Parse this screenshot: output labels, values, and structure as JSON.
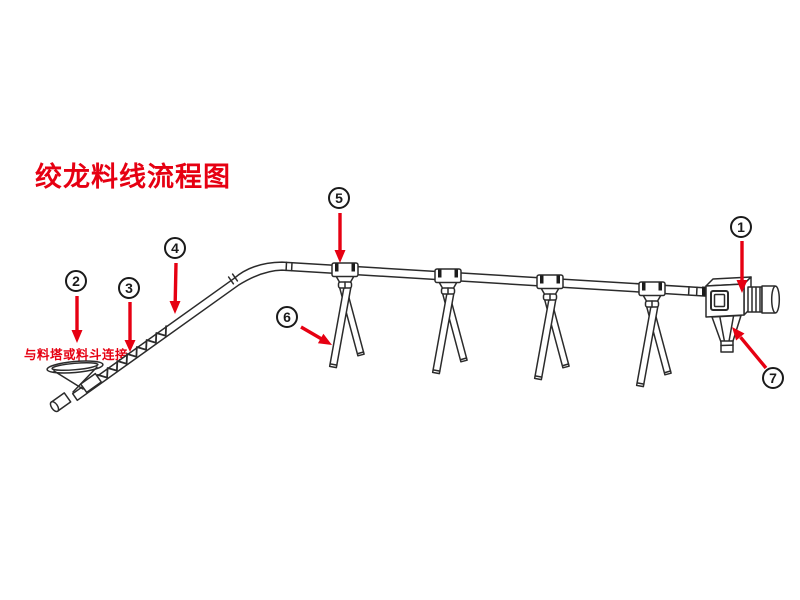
{
  "title": "绞龙料线流程图",
  "diagram": {
    "annotation": "与料塔或料斗连接",
    "callouts": [
      {
        "number": "1"
      },
      {
        "number": "2"
      },
      {
        "number": "3"
      },
      {
        "number": "4"
      },
      {
        "number": "5"
      },
      {
        "number": "6"
      },
      {
        "number": "7"
      }
    ]
  },
  "colors": {
    "accent_red": "#e60012",
    "line_color": "#2b2b2b",
    "background": "#ffffff"
  }
}
